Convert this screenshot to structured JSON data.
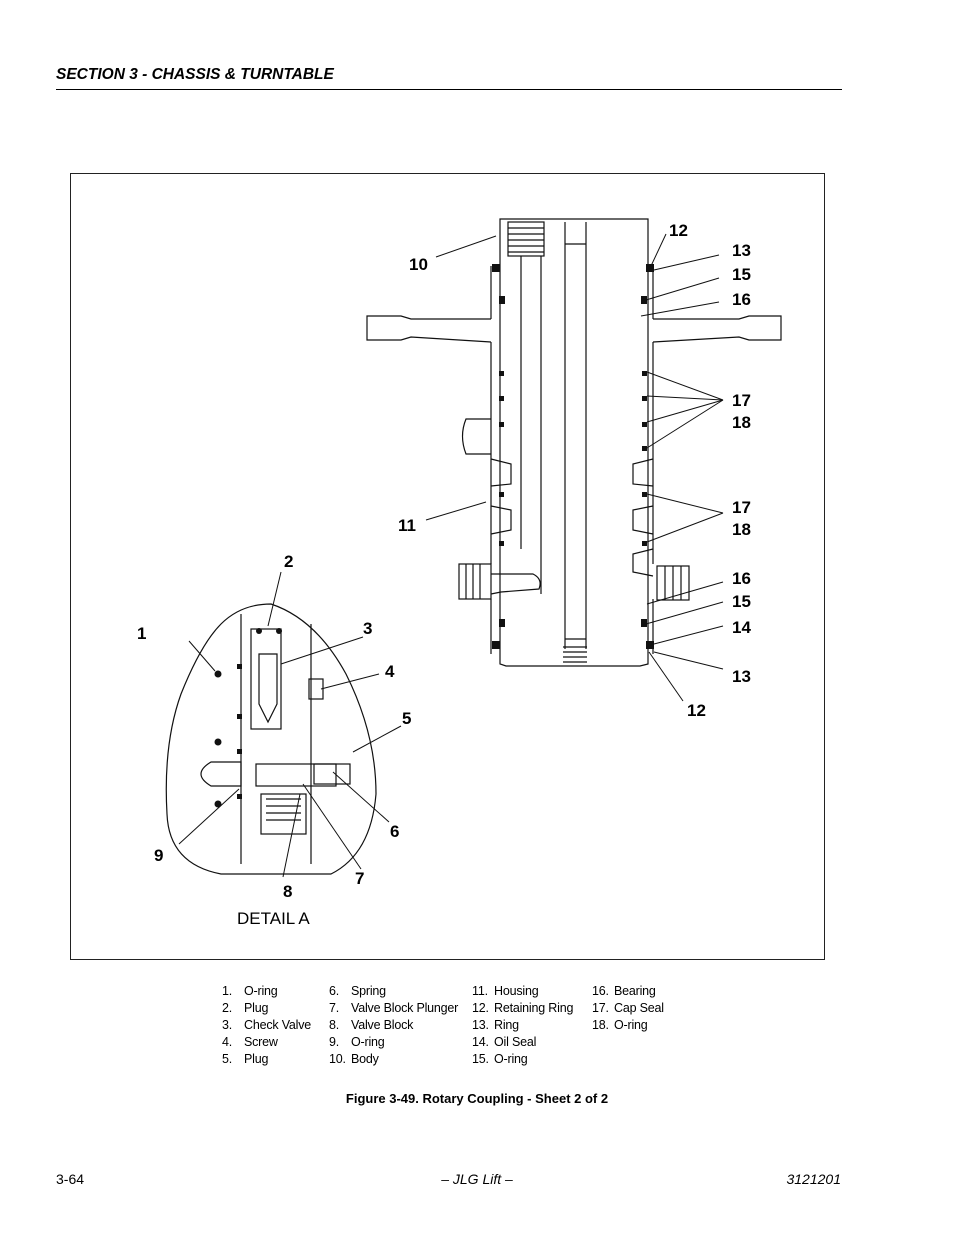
{
  "header": {
    "section_title": "SECTION 3 - CHASSIS & TURNTABLE"
  },
  "figure": {
    "callouts": [
      "10",
      "12",
      "13",
      "15",
      "16",
      "17",
      "18",
      "17",
      "18",
      "11",
      "16",
      "15",
      "14",
      "13",
      "12",
      "2",
      "1",
      "3",
      "4",
      "5",
      "6",
      "9",
      "7",
      "8"
    ],
    "detail_label": "DETAIL A"
  },
  "legend": [
    [
      {
        "num": "1.",
        "label": "O-ring"
      },
      {
        "num": "2.",
        "label": "Plug"
      },
      {
        "num": "3.",
        "label": "Check Valve"
      },
      {
        "num": "4.",
        "label": "Screw"
      },
      {
        "num": "5.",
        "label": "Plug"
      }
    ],
    [
      {
        "num": "6.",
        "label": "Spring"
      },
      {
        "num": "7.",
        "label": "Valve Block Plunger"
      },
      {
        "num": "8.",
        "label": "Valve Block"
      },
      {
        "num": "9.",
        "label": "O-ring"
      },
      {
        "num": "10.",
        "label": "Body"
      }
    ],
    [
      {
        "num": "11.",
        "label": "Housing"
      },
      {
        "num": "12.",
        "label": "Retaining Ring"
      },
      {
        "num": "13.",
        "label": "Ring"
      },
      {
        "num": "14.",
        "label": "Oil Seal"
      },
      {
        "num": "15.",
        "label": "O-ring"
      }
    ],
    [
      {
        "num": "16.",
        "label": "Bearing"
      },
      {
        "num": "17.",
        "label": "Cap Seal"
      },
      {
        "num": "18.",
        "label": "O-ring"
      }
    ]
  ],
  "caption": "Figure 3-49.  Rotary Coupling - Sheet 2 of 2",
  "footer": {
    "page_number": "3-64",
    "center": "– JLG Lift –",
    "doc_number": "3121201"
  }
}
